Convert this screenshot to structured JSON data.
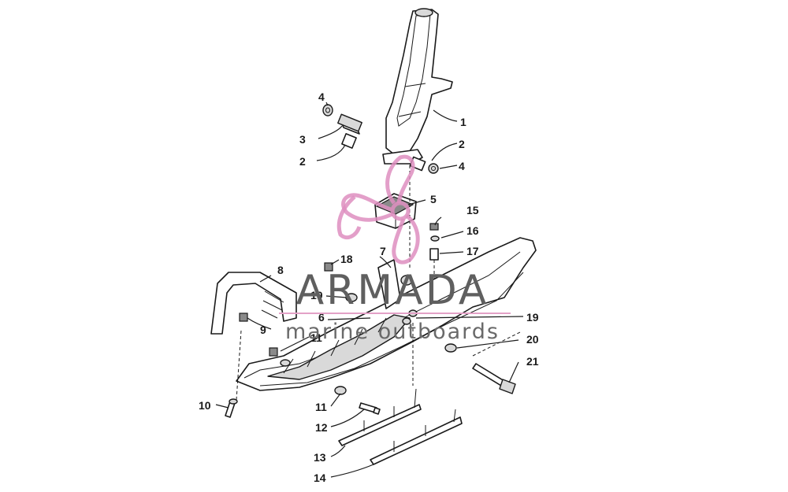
{
  "diagram": {
    "callouts": [
      "1",
      "2",
      "2",
      "3",
      "4",
      "4",
      "5",
      "6",
      "7",
      "8",
      "9",
      "10",
      "11",
      "11",
      "12",
      "13",
      "14",
      "15",
      "16",
      "17",
      "18",
      "19",
      "19",
      "20",
      "21"
    ]
  },
  "watermark": {
    "brand": "ARMADA",
    "tagline": "marine outboards",
    "color": "#de8ec0"
  }
}
